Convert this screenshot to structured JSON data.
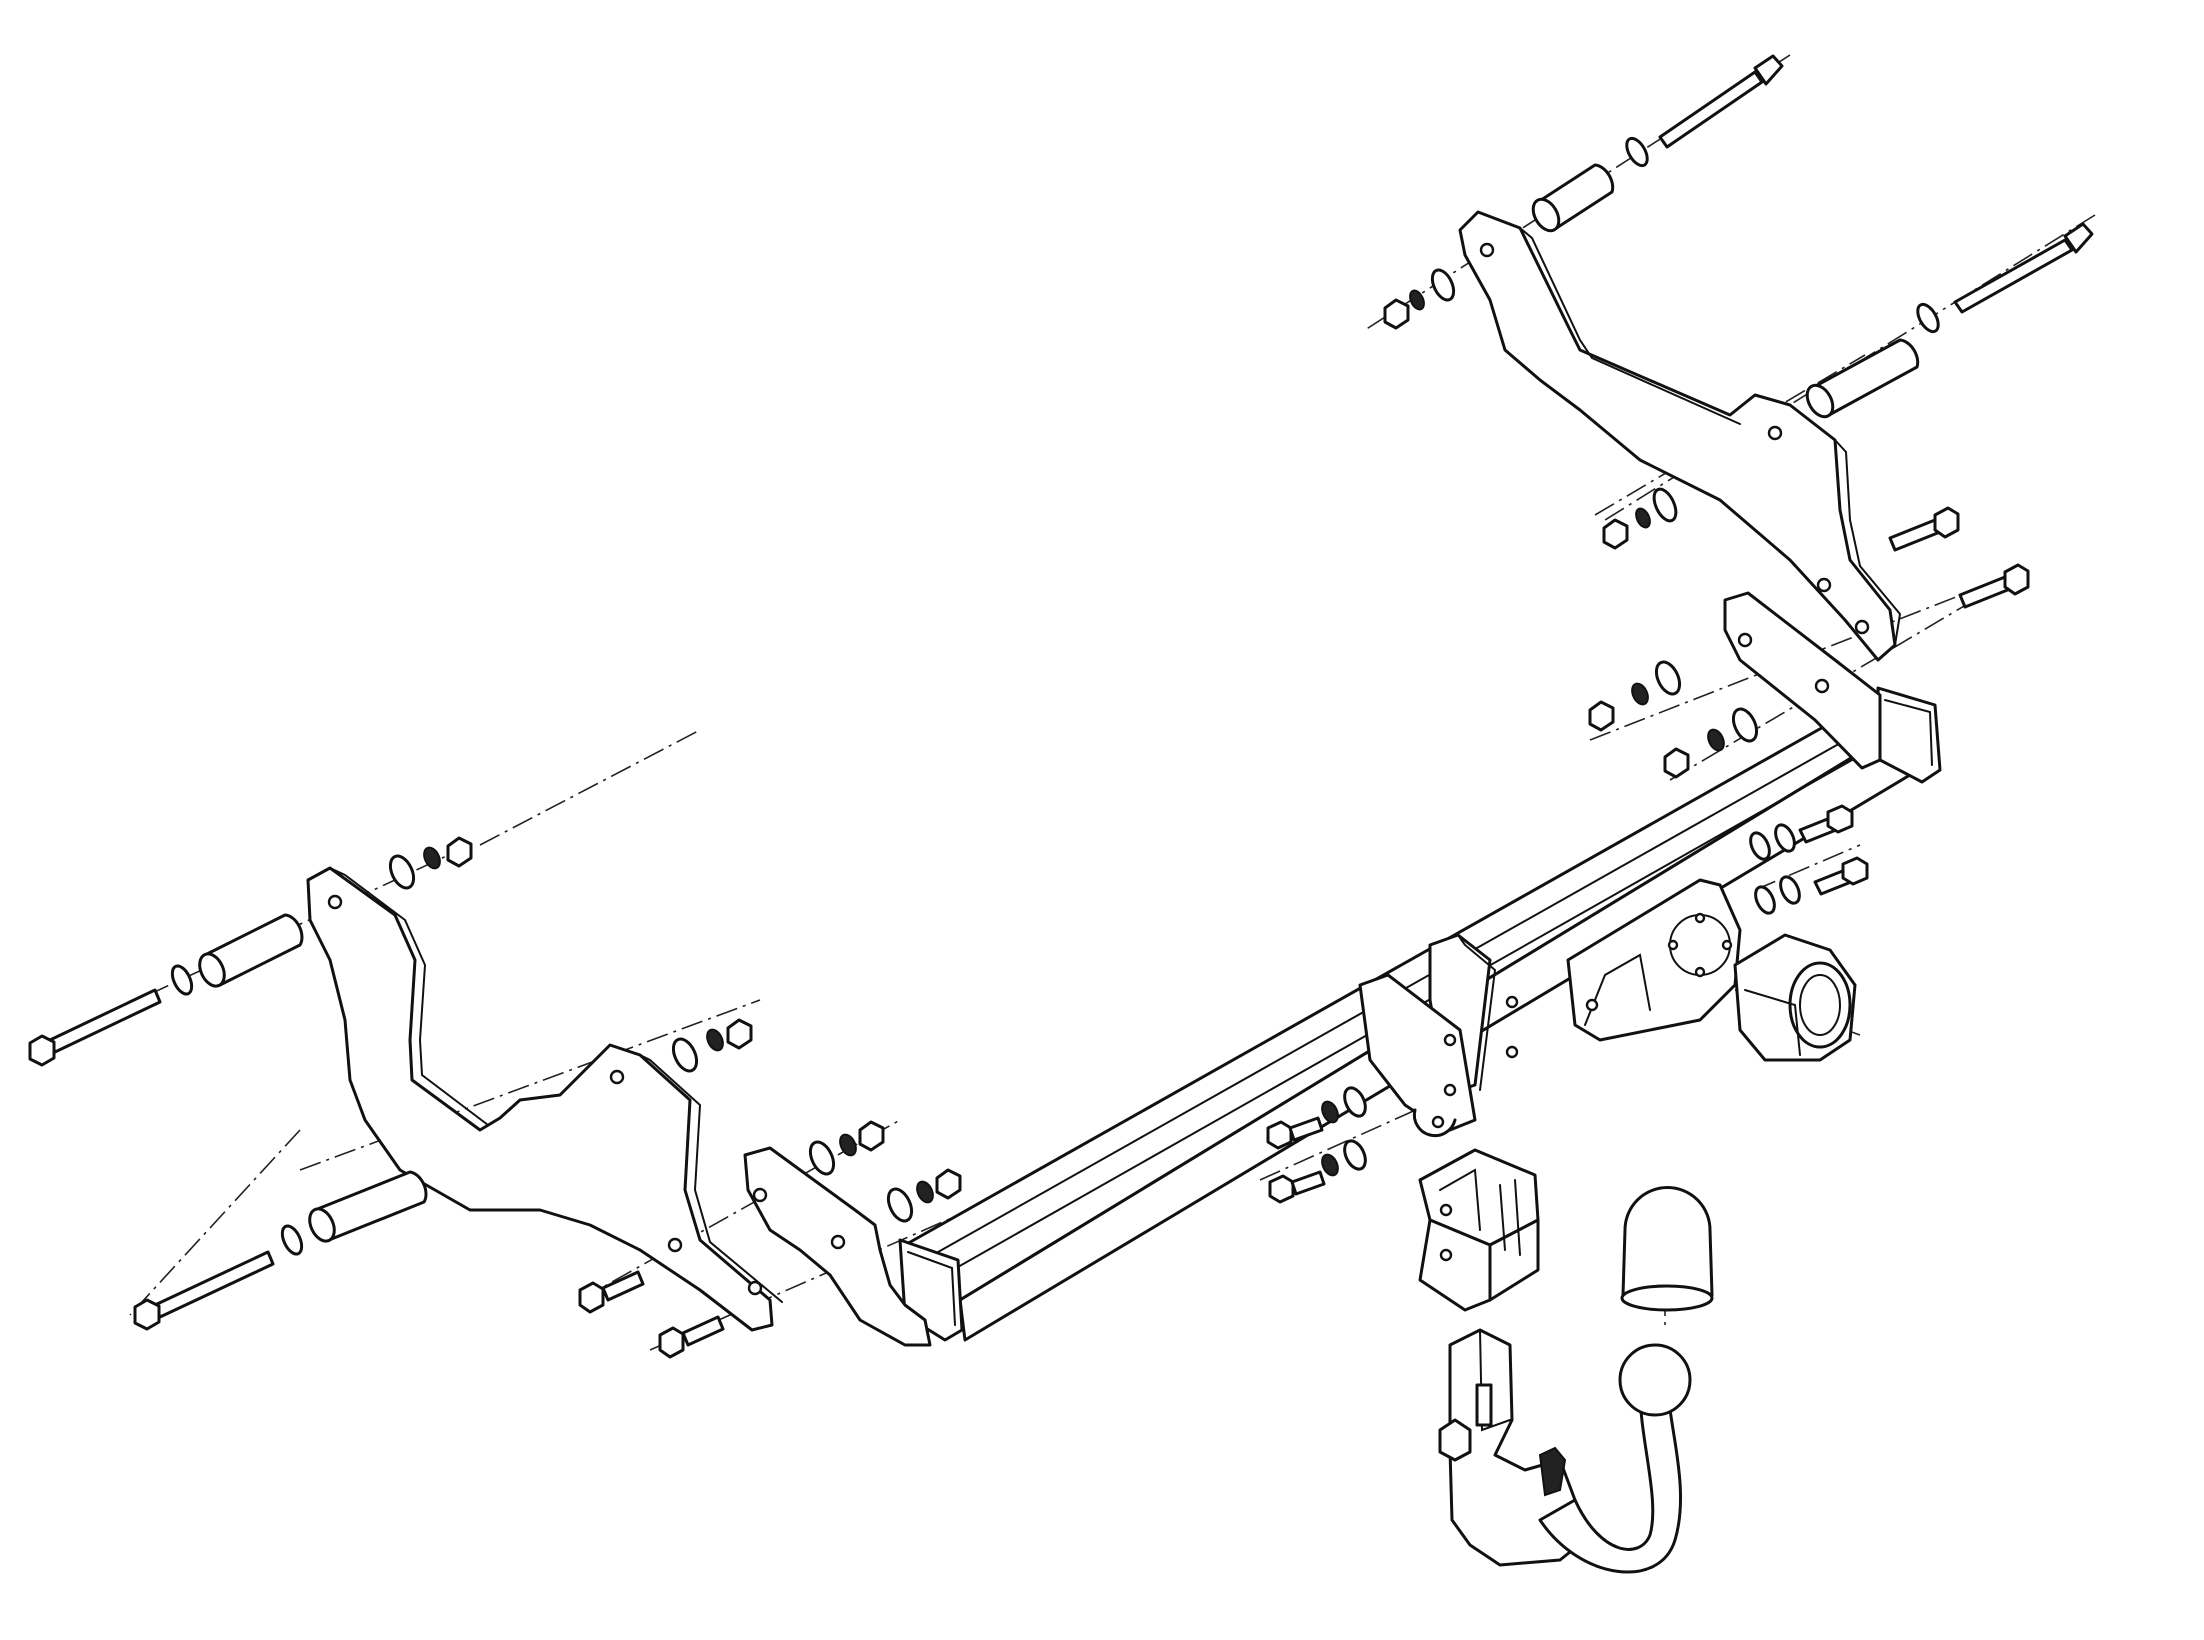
{
  "diagram": {
    "parts": {
      "main_crossbar": "crossbar",
      "left_bracket": "bracket",
      "right_bracket": "bracket",
      "detachable_ball_neck": "ball-neck",
      "ball_cover": "cap",
      "electrical_socket": "socket",
      "neck_receiver": "receiver"
    },
    "colors": {
      "line": "#111111",
      "background": "#ffffff"
    }
  }
}
